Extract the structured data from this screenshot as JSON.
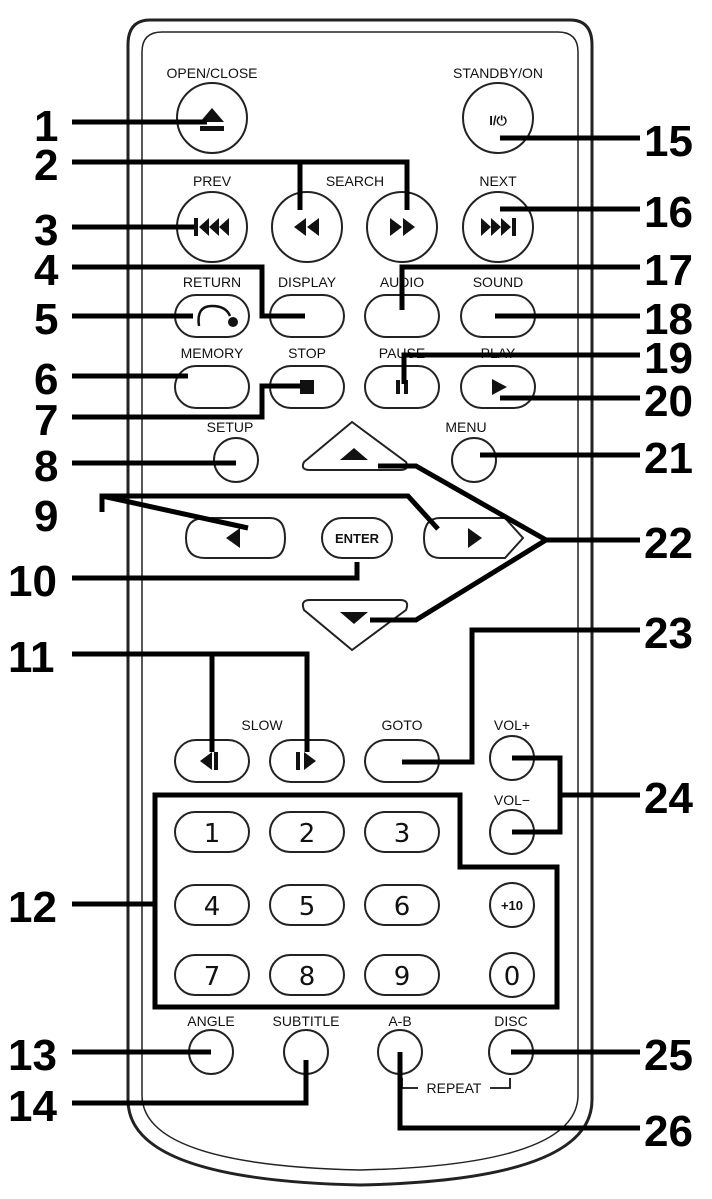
{
  "labels": {
    "open_close": "OPEN/CLOSE",
    "standby_on": "STANDBY/ON",
    "prev": "PREV",
    "search": "SEARCH",
    "next": "NEXT",
    "return": "RETURN",
    "display": "DISPLAY",
    "audio": "AUDIO",
    "sound": "SOUND",
    "memory": "MEMORY",
    "stop": "STOP",
    "pause": "PAUSE",
    "play": "PLAY",
    "setup": "SETUP",
    "menu": "MENU",
    "enter": "ENTER",
    "slow": "SLOW",
    "goto": "GOTO",
    "vol_up": "VOL+",
    "vol_down": "VOL−",
    "angle": "ANGLE",
    "subtitle": "SUBTITLE",
    "ab": "A-B",
    "disc": "DISC",
    "repeat": "REPEAT",
    "standby_symbol": "I/⏻",
    "plus10": "+10"
  },
  "digits": [
    "1",
    "2",
    "3",
    "4",
    "5",
    "6",
    "7",
    "8",
    "9",
    "0"
  ],
  "callouts": [
    "1",
    "2",
    "3",
    "4",
    "5",
    "6",
    "7",
    "8",
    "9",
    "10",
    "11",
    "12",
    "13",
    "14",
    "15",
    "16",
    "17",
    "18",
    "19",
    "20",
    "21",
    "22",
    "23",
    "24",
    "25",
    "26"
  ]
}
